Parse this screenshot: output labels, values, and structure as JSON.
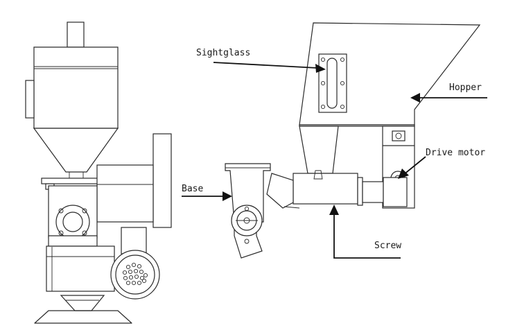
{
  "labels": {
    "sightglass": "Sightglass",
    "hopper": "Hopper",
    "drive_motor": "Drive motor",
    "base": "Base",
    "screw": "Screw"
  },
  "colors": {
    "line": "#2a2a2a",
    "background": "#ffffff",
    "text": "#1a1a1a"
  }
}
